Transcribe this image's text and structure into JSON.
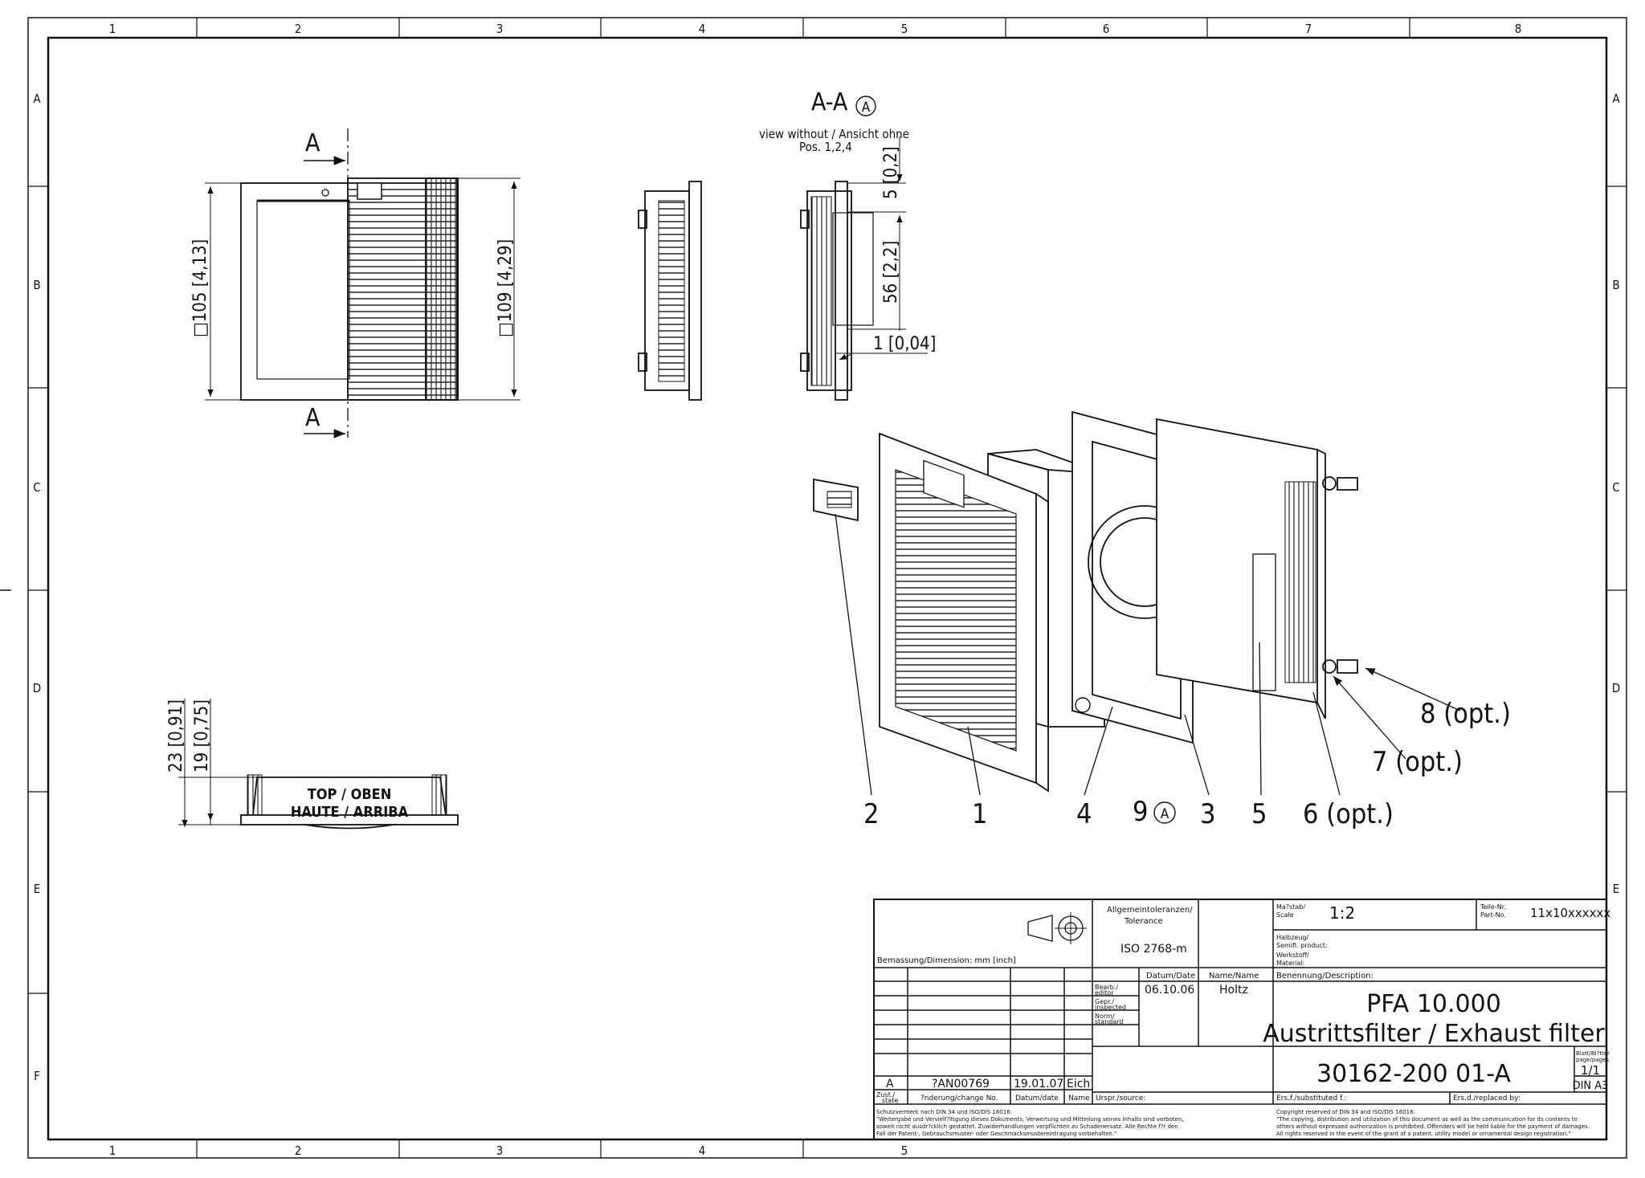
{
  "grid": {
    "columns": [
      "1",
      "2",
      "3",
      "4",
      "5",
      "6",
      "7",
      "8"
    ],
    "rows": [
      "A",
      "B",
      "C",
      "D",
      "E",
      "F"
    ]
  },
  "views": {
    "section_title": "A-A",
    "section_detail_ref": "A",
    "section_note_line1": "view without / Ansicht ohne",
    "section_note_line2": "Pos. 1,2,4",
    "cut_marker": "A",
    "dim_105": "□105 [4,13]",
    "dim_109": "□109 [4,29]",
    "dim_5": "5 [0,2]",
    "dim_56": "56 [2,2]",
    "dim_1": "1 [0,04]",
    "dim_23": "23 [0,91]",
    "dim_19": "19 [0,75]",
    "top_label_1": "TOP / OBEN",
    "top_label_2": "HAUTE / ARRIBA"
  },
  "balloons": {
    "b1": "1",
    "b2": "2",
    "b3": "3",
    "b4": "4",
    "b5": "5",
    "b6": "6 (opt.)",
    "b7": "7 (opt.)",
    "b8": "8 (opt.)",
    "b9": "9",
    "b9_ref": "A"
  },
  "title_block": {
    "dimension_note": "Bemassung/Dimension: mm [inch]",
    "tolerance_label_1": "Allgemeintoleranzen/",
    "tolerance_label_2": "Tolerance",
    "tolerance_value": "ISO 2768-m",
    "scale_label_1": "Ma?stab/",
    "scale_label_2": "Scale",
    "scale_value": "1:2",
    "part_no_label_1": "Teile-Nr.",
    "part_no_label_2": "Part-No.",
    "part_no_value": "11x10xxxxxx",
    "semi_label_1": "Halbzeug/",
    "semi_label_2": "Semifi. product:",
    "material_label_1": "Werkstoff/",
    "material_label_2": "Material:",
    "date_header": "Datum/Date",
    "name_header": "Name/Name",
    "description_label": "Benennung/Description:",
    "edited_label_1": "Bearb./",
    "edited_label_2": "editor",
    "edited_date": "06.10.06",
    "edited_name": "Holtz",
    "inspected_label_1": "Gepr./",
    "inspected_label_2": "inspected",
    "standard_label_1": "Norm/",
    "standard_label_2": "standard",
    "product_name": "PFA 10.000",
    "product_desc": "Austrittsfilter / Exhaust filter",
    "drawing_no": "30162-200 01-A",
    "sheet_label_1": "Blatt/Bl?tter",
    "sheet_label_2": "page/pages",
    "sheet_value": "1/1",
    "format": "DIN A3",
    "rev_state": "A",
    "rev_change_no": "?AN00769",
    "rev_date": "19.01.07",
    "rev_name": "Eich",
    "state_label_1": "Zust./",
    "state_label_2": "state",
    "change_label": "?nderung/change No.",
    "date_label": "Datum/date",
    "name_label": "Name",
    "source_label": "Urspr./source:",
    "replaces_label": "Ers.f./substituted f.:",
    "replaced_by_label": "Ers.d./replaced by:",
    "legal_de_1": "Schutzvermerk nach DIN 34 und ISO/DIS 16016:",
    "legal_de_2": "\"Weitergabe und Vervielf?ltigung dieses Dokuments, Verwertung und Mitteilung seines Inhalts sind verboten,",
    "legal_de_3": "soweit nicht ausdr?cklich gestattet. Zuwiderhandlungen verpflichten zu Schadenersatz. Alle Rechte f?r den",
    "legal_de_4": "Fall der Patent-, Gebrauchsmuster- oder Geschmacksmustereintragung vorbehalten.\"",
    "legal_en_1": "Copyright reserved of DIN 34 and ISO/DIS 16016:",
    "legal_en_2": "\"The copying, distribution and utilization of this document as well as the communication for its contents to",
    "legal_en_3": "others without expressed authorization is prohibited. Offenders will be held liable for the payment of damages.",
    "legal_en_4": "All rights reserved in the event of the grant of a patent, utility model or ornamental design registration.\""
  }
}
